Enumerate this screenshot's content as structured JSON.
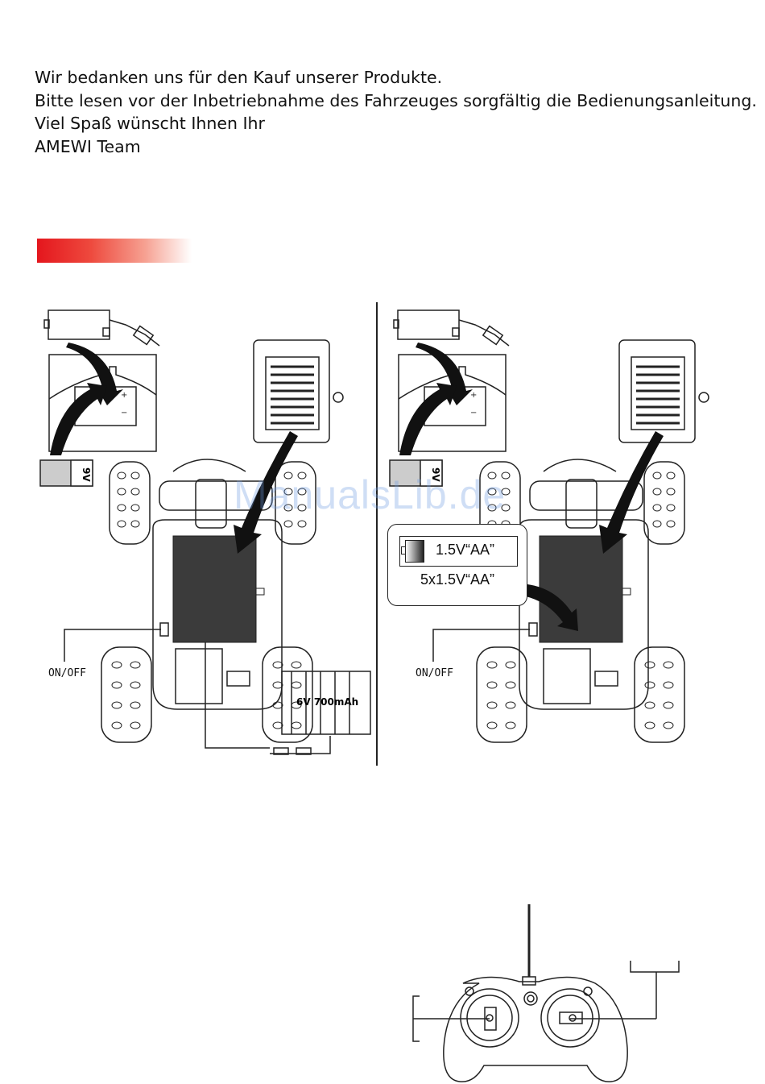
{
  "intro": {
    "line1": "Wir bedanken uns für den Kauf unserer Produkte.",
    "line2": "Bitte lesen vor der Inbetriebnahme des Fahrzeuges sorgfältig die Bedienungsanleitung.",
    "line3": "Viel Spaß wünscht Ihnen Ihr",
    "line4": "AMEWI Team"
  },
  "left_panel": {
    "battery_9v": "9V",
    "switch_label": "ON/OFF",
    "pack_label": "6V 700mAh"
  },
  "right_panel": {
    "battery_9v": "9V",
    "switch_label": "ON/OFF",
    "cell_label": "1.5V“AA”",
    "cells_label": "5x1.5V“AA”"
  },
  "watermark": "ManualsLib.de"
}
